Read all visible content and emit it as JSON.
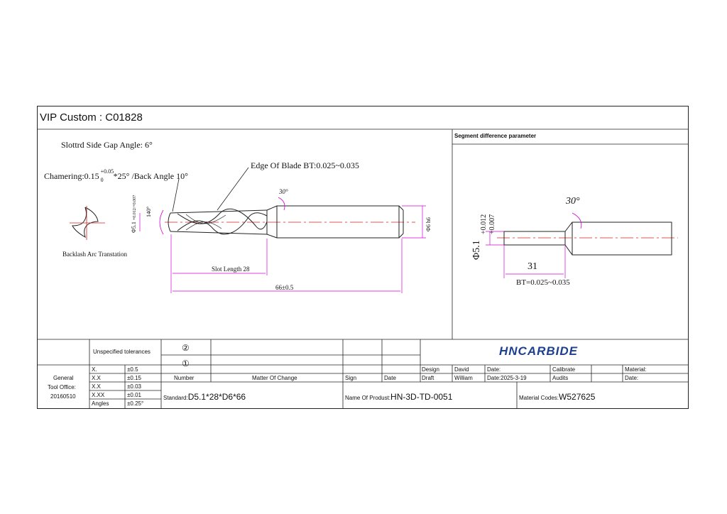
{
  "header": {
    "title": "VIP Custom  : C01828"
  },
  "segment_panel": {
    "heading": "Segment difference parameter",
    "angle": "30°",
    "diameter": "Φ5.1",
    "tol_upper": "+0.012",
    "tol_lower": "+0.007",
    "length": "31",
    "bt": "BT=0.025~0.035"
  },
  "drawing": {
    "side_gap": "Slottrd Side Gap Angle: 6°",
    "chamfer_prefix": "Chamering:0.15",
    "chamfer_sup": "+0.05",
    "chamfer_sub": "0",
    "chamfer_suffix": "*25° /Back Angle 10°",
    "edge_blade": "Edge Of Blade BT:0.025~0.035",
    "backlash": "Backlash Arc Transtation",
    "angle_30": "30°",
    "tip_angle": "140°",
    "dia_label": "Φ5.1",
    "dia_tol": "+0.012/+0.007",
    "shank_dia": "Φ6 h6",
    "slot_length": "Slot Length 28",
    "overall_length": "66±0.5"
  },
  "title_block": {
    "unspecified": "Unspecified tolerances",
    "rev2": "②",
    "rev1": "①",
    "tol_rows": [
      {
        "k": "X.",
        "v": "±0.5"
      },
      {
        "k": "X.X",
        "v": "±0.15"
      },
      {
        "k": "X.X",
        "v": "±0.03"
      },
      {
        "k": "X.XX",
        "v": "±0.01"
      },
      {
        "k": "Angles",
        "v": "±0.25°"
      }
    ],
    "general": "General",
    "tool_office": "Tool Office:",
    "tool_office_code": "20160510",
    "col_number": "Number",
    "col_matter": "Matter Of Change",
    "col_sign": "Sign",
    "col_date": "Date",
    "brand": "HNCARBIDE",
    "design_label": "Design",
    "design_name": "David",
    "draft_label": "Draft",
    "draft_name": "William",
    "date_label": "Date:",
    "date_value": "Date:2025-3-19",
    "calibrate": "Calibrate",
    "audits": "Audits",
    "date_label2": "Date:",
    "date_label3": "Date:",
    "material_label": "Material:",
    "standard_label": "Standard:",
    "standard_value": "D5.1*28*D6*66",
    "product_label": "Name Of Produst:",
    "product_value": "HN-3D-TD-0051",
    "codes_label": "Material Codes:",
    "codes_value": "W527625"
  },
  "colors": {
    "dimension": "#d400d4",
    "centerline": "#d22020",
    "line": "#222222",
    "brand_blue": "#1c3f8f",
    "brand_grey": "#7d7d7d"
  }
}
